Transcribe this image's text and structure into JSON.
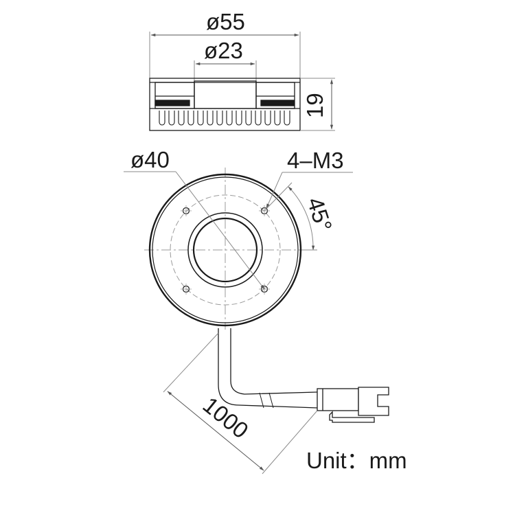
{
  "dimensions": {
    "outer_diameter": "ø55",
    "inner_diameter": "ø23",
    "height": "19",
    "bolt_circle_diameter": "ø40",
    "screw_holes": "4–M3",
    "hole_angle": "45°",
    "cable_length": "1000"
  },
  "unit_note": "Unit：mm",
  "colors": {
    "line": "#1a1a1a",
    "dim_line": "#8a8a8a",
    "centerline": "#9a9a9a",
    "background": "#ffffff"
  }
}
